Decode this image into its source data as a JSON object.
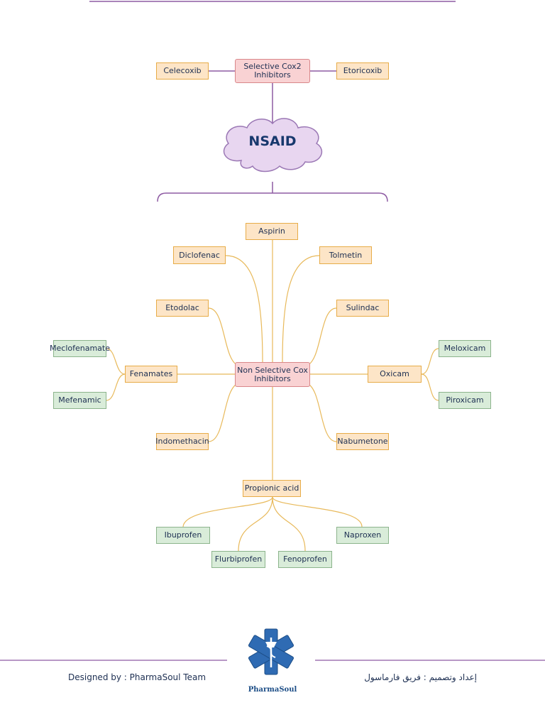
{
  "center_cloud": "NSAID",
  "selective": {
    "label": "Selective Cox2\nInhibitors",
    "drugs": [
      "Celecoxib",
      "Etoricoxib"
    ]
  },
  "non_selective": {
    "label": "Non Selective Cox\nInhibitors",
    "drugs": {
      "aspirin": "Aspirin",
      "diclofenac": "Diclofenac",
      "tolmetin": "Tolmetin",
      "etodolac": "Etodolac",
      "sulindac": "Sulindac",
      "fenamates": "Fenamates",
      "oxicam": "Oxicam",
      "indomethacin": "Indomethacin",
      "nabumetone": "Nabumetone",
      "propionic": "Propionic acid"
    },
    "fenamates_children": [
      "Meclofenamate",
      "Mefenamic"
    ],
    "oxicam_children": [
      "Meloxicam",
      "Piroxicam"
    ],
    "propionic_children": [
      "Ibuprofen",
      "Flurbiprofen",
      "Fenoprofen",
      "Naproxen"
    ]
  },
  "footer": {
    "designed_by": "Designed by : PharmaSoul Team",
    "arabic_credit": "إعداد وتصميم : فريق فارماسول",
    "logo_text": "PharmaSoul"
  },
  "colors": {
    "orange_box": "#fde5c7",
    "green_box": "#d9ecd9",
    "pink_box": "#f9d2d3",
    "cloud": "#e8d6f0",
    "connector_gold": "#e8b95a",
    "connector_purple": "#8e5ba3"
  }
}
